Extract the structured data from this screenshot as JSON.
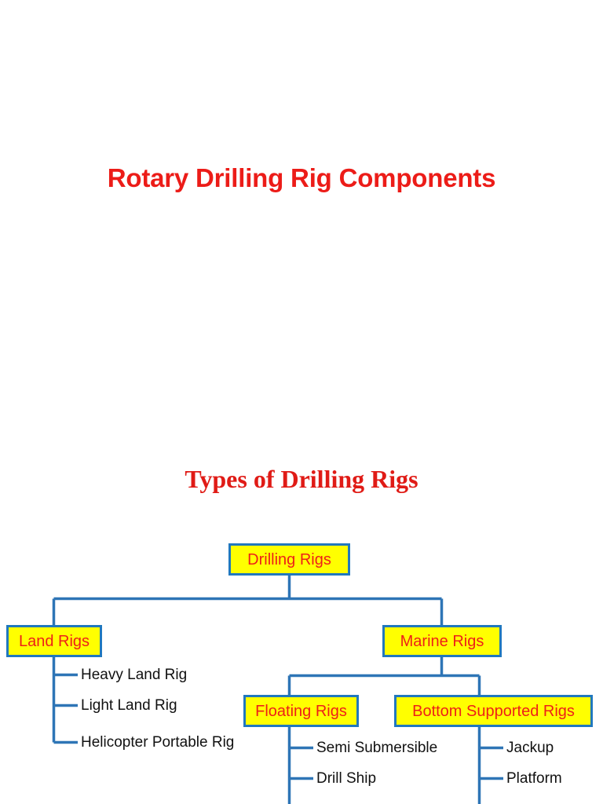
{
  "page": {
    "background_color": "#ffffff",
    "main_title": "Rotary Drilling Rig Components",
    "section_title": "Types of Drilling Rigs"
  },
  "colors": {
    "title_red": "#ec1c18",
    "section_title_red": "#e01b16",
    "node_fill_yellow": "#ffff00",
    "node_border_blue": "#2178be",
    "node_text_red": "#ee2018",
    "connector_blue": "#2e75b6",
    "leaf_text_black": "#111111"
  },
  "chart_data": {
    "type": "tree",
    "title": "Types of Drilling Rigs",
    "root": {
      "label": "Drilling Rigs",
      "children": [
        {
          "label": "Land Rigs",
          "leaves": [
            "Heavy Land Rig",
            "Light Land Rig",
            "Helicopter Portable Rig"
          ]
        },
        {
          "label": "Marine Rigs",
          "children": [
            {
              "label": "Floating Rigs",
              "leaves": [
                "Semi Submersible",
                "Drill Ship"
              ]
            },
            {
              "label": "Bottom Supported Rigs",
              "leaves": [
                "Jackup",
                "Platform"
              ]
            }
          ]
        }
      ]
    }
  },
  "diagram": {
    "nodes": {
      "root": "Drilling Rigs",
      "land_rigs": "Land Rigs",
      "marine_rigs": "Marine Rigs",
      "floating_rigs": "Floating Rigs",
      "bottom_supported_rigs": "Bottom Supported Rigs"
    },
    "land_leaves": [
      "Heavy Land Rig",
      "Light Land Rig",
      "Helicopter Portable Rig"
    ],
    "floating_leaves": [
      "Semi Submersible",
      "Drill Ship"
    ],
    "bottom_leaves": [
      "Jackup",
      "Platform"
    ]
  }
}
